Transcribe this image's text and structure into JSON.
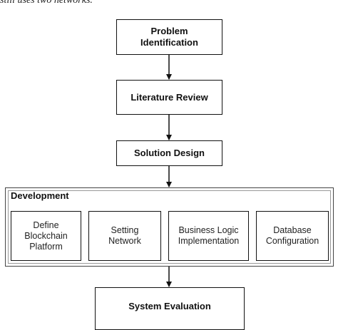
{
  "caption": "still uses two networks.",
  "steps": {
    "problem": "Problem\nIdentification",
    "literature": "Literature Review",
    "solution": "Solution Design",
    "evaluation": "System Evaluation"
  },
  "development": {
    "title": "Development",
    "items": [
      "Define\nBlockchain\nPlatform",
      "Setting\nNetwork",
      "Business Logic\nImplementation",
      "Database\nConfiguration"
    ]
  }
}
